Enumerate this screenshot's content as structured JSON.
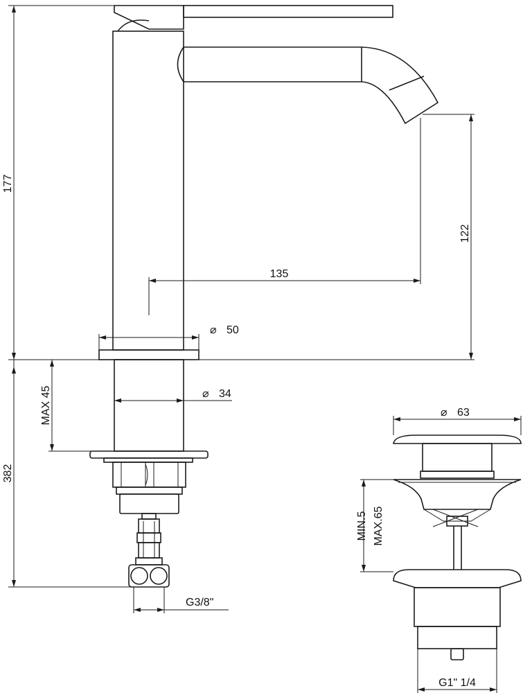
{
  "dimensions": {
    "total_height": "177",
    "spout_height": "122",
    "spout_reach": "135",
    "base_diameter": "50",
    "shank_diameter": "34",
    "max_deck": "MAX 45",
    "below_deck": "382",
    "connection": "G3/8\"",
    "waste_diameter": "63",
    "waste_min": "MIN.5",
    "waste_max": "MAX.65",
    "waste_thread": "G1\" 1/4"
  },
  "symbols": {
    "diameter": "⌀"
  }
}
